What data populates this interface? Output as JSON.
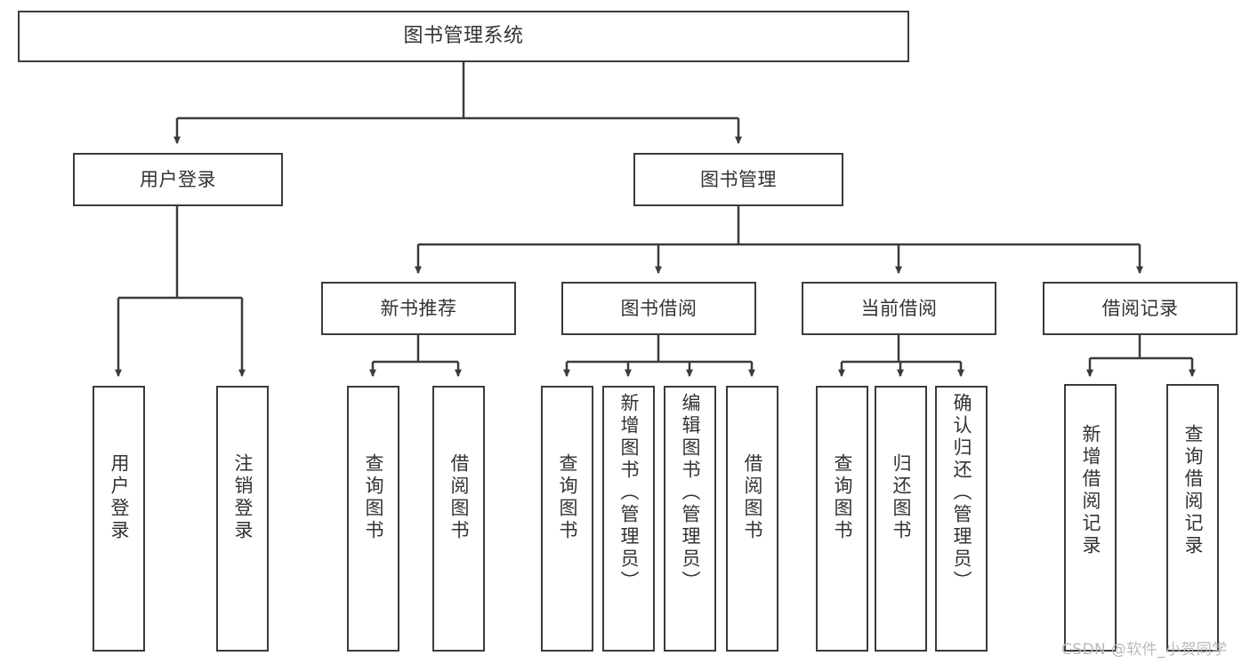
{
  "diagram": {
    "title": "图书管理系统",
    "type": "tree-hierarchy-chart",
    "watermark": "CSDN @软件_小贺同学",
    "colors": {
      "background": "#ffffff",
      "box_border": "#3b3b3b",
      "box_fill": "#ffffff",
      "text": "#333333",
      "edge": "#3b3b3b",
      "watermark": "#b9b9b9"
    },
    "nodes": {
      "root": {
        "label": "图书管理系统"
      },
      "level2": [
        {
          "id": "user-login",
          "label": "用户登录"
        },
        {
          "id": "book-manage",
          "label": "图书管理"
        }
      ],
      "level3": [
        {
          "id": "new-book-rec",
          "label": "新书推荐"
        },
        {
          "id": "book-borrow",
          "label": "图书借阅"
        },
        {
          "id": "current-borrow",
          "label": "当前借阅"
        },
        {
          "id": "borrow-record",
          "label": "借阅记录"
        }
      ],
      "leaves": [
        {
          "id": "leaf-user-login",
          "label": "用户登录"
        },
        {
          "id": "leaf-logout",
          "label": "注销登录"
        },
        {
          "id": "leaf-query-book-1",
          "label": "查询图书"
        },
        {
          "id": "leaf-borrow-book-1",
          "label": "借阅图书"
        },
        {
          "id": "leaf-query-book-2",
          "label": "查询图书"
        },
        {
          "id": "leaf-add-book",
          "label": "新增图书（管理员）"
        },
        {
          "id": "leaf-edit-book",
          "label": "编辑图书（管理员）"
        },
        {
          "id": "leaf-borrow-book-2",
          "label": "借阅图书"
        },
        {
          "id": "leaf-query-book-3",
          "label": "查询图书"
        },
        {
          "id": "leaf-return-book",
          "label": "归还图书"
        },
        {
          "id": "leaf-confirm-return",
          "label": "确认归还（管理员）"
        },
        {
          "id": "leaf-add-record",
          "label": "新增借阅记录"
        },
        {
          "id": "leaf-query-record",
          "label": "查询借阅记录"
        }
      ]
    }
  }
}
